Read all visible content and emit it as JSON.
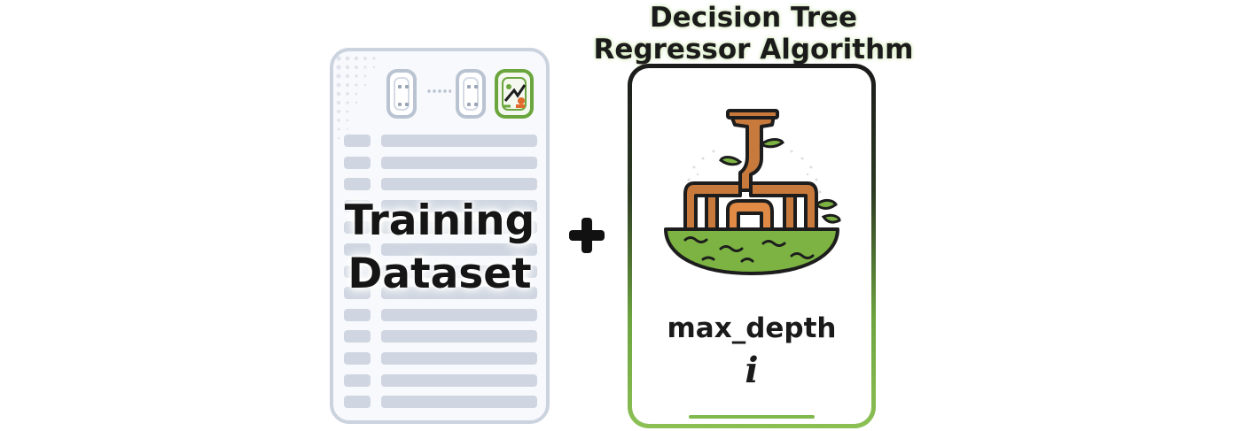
{
  "dataset": {
    "label_line1": "Training",
    "label_line2": "Dataset",
    "accent": "#cbd3df",
    "target_column_color": "#6ba53e"
  },
  "operator": {
    "icon": "plus-icon"
  },
  "algorithm": {
    "title_line1": "Decision Tree",
    "title_line2": "Regressor Algorithm",
    "icon": "tree-icon",
    "param_name": "max_depth",
    "param_value": "i",
    "accent": "#7fb84d"
  }
}
